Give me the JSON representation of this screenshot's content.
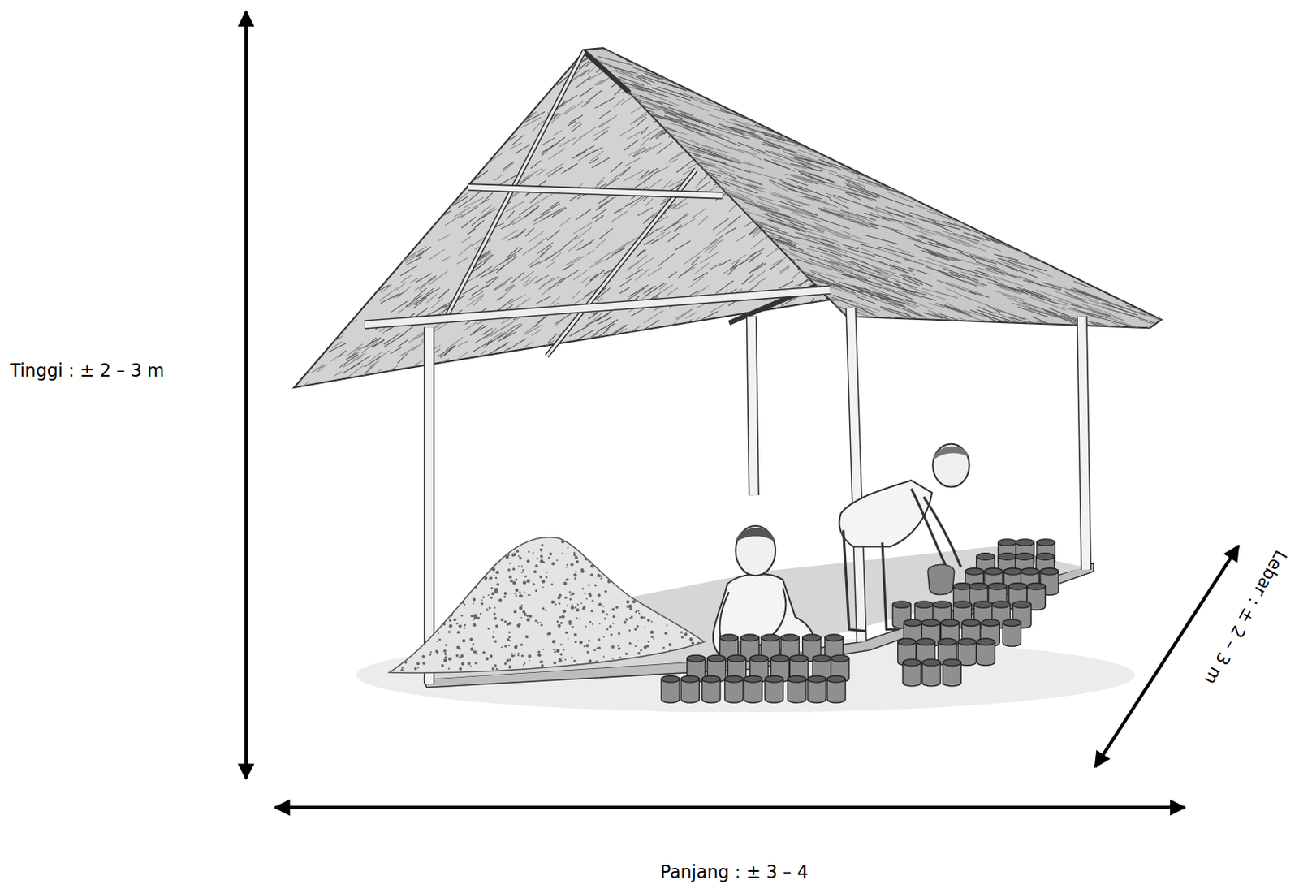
{
  "diagram": {
    "labels": [
      "Tinggi : ± 2 – 3 m",
      "Lebar : ± 2 – 3 m",
      "Panjang : ± 3 – 4"
    ]
  }
}
